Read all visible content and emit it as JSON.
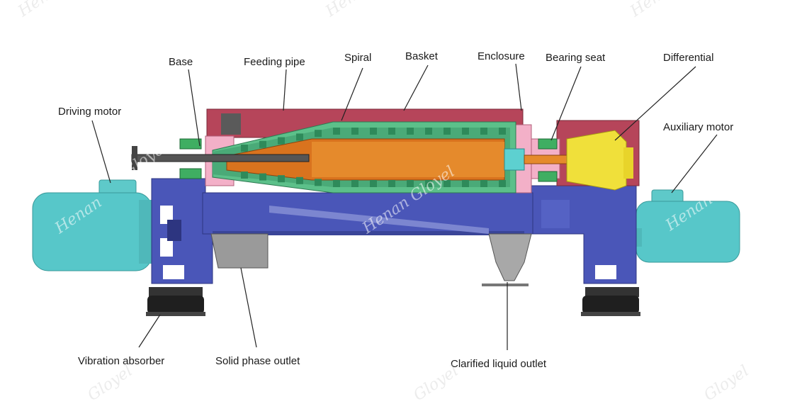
{
  "labels": {
    "base": "Base",
    "feeding_pipe": "Feeding pipe",
    "spiral": "Spiral",
    "basket": "Basket",
    "enclosure": "Enclosure",
    "bearing_seat": "Bearing seat",
    "differential": "Differential",
    "driving_motor": "Driving motor",
    "auxiliary_motor": "Auxiliary motor",
    "vibration_absorber": "Vibration absorber",
    "solid_phase_outlet": "Solid phase outlet",
    "clarified_liquid_outlet": "Clarified liquid outlet"
  },
  "watermark": {
    "text_full": "Henan Gloyel",
    "text_a": "Henan",
    "text_b": "Gloyel"
  },
  "colors": {
    "enclosure_red": "#b8465a",
    "frame_blue": "#4a56b8",
    "bowl_green": "#5cc08a",
    "screw_orange": "#d9731e",
    "motor_cyan": "#54c8c8",
    "differential_yellow": "#f0e03a",
    "outlet_grey": "#9a9a9a",
    "absorber_black": "#222222",
    "seal_pink": "#f3b0c8"
  }
}
